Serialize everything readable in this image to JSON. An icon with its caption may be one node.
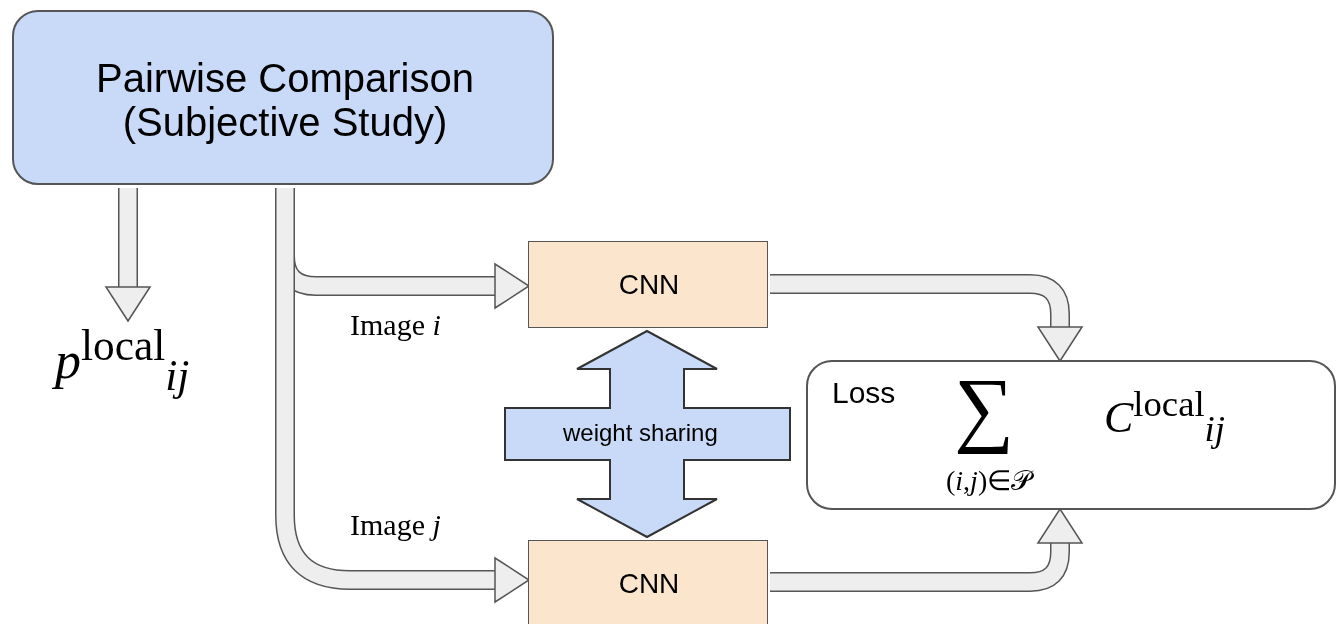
{
  "diagram": {
    "nodes": [
      {
        "text": [
          "Pairwise Comparison (Subjective Study)"
        ]
      },
      {
        "text": [
          "*p*$^{local}$$_{ij}$"
        ]
      },
      {
        "text": [
          "CNN"
        ]
      },
      {
        "text": [
          "CNN"
        ]
      },
      {
        "text": [
          "Loss",
          "∑",
          "(*i*,*j*)∈𝒫",
          "*C*$^{local}$$_{ij}$"
        ]
      }
    ],
    "edges": [
      {
        "from": 0,
        "to": 1,
        "arrow": "to"
      },
      {
        "from": 0,
        "to": 2,
        "arrow": "to",
        "label": "Image *i*"
      },
      {
        "from": 0,
        "to": 3,
        "arrow": "to",
        "label": "Image *j*"
      },
      {
        "from": 2,
        "to": 4,
        "arrow": "to"
      },
      {
        "from": 3,
        "to": 4,
        "arrow": "to"
      },
      {
        "from": 2,
        "to": 3,
        "arrow": "both",
        "label": "weight sharing"
      }
    ]
  }
}
